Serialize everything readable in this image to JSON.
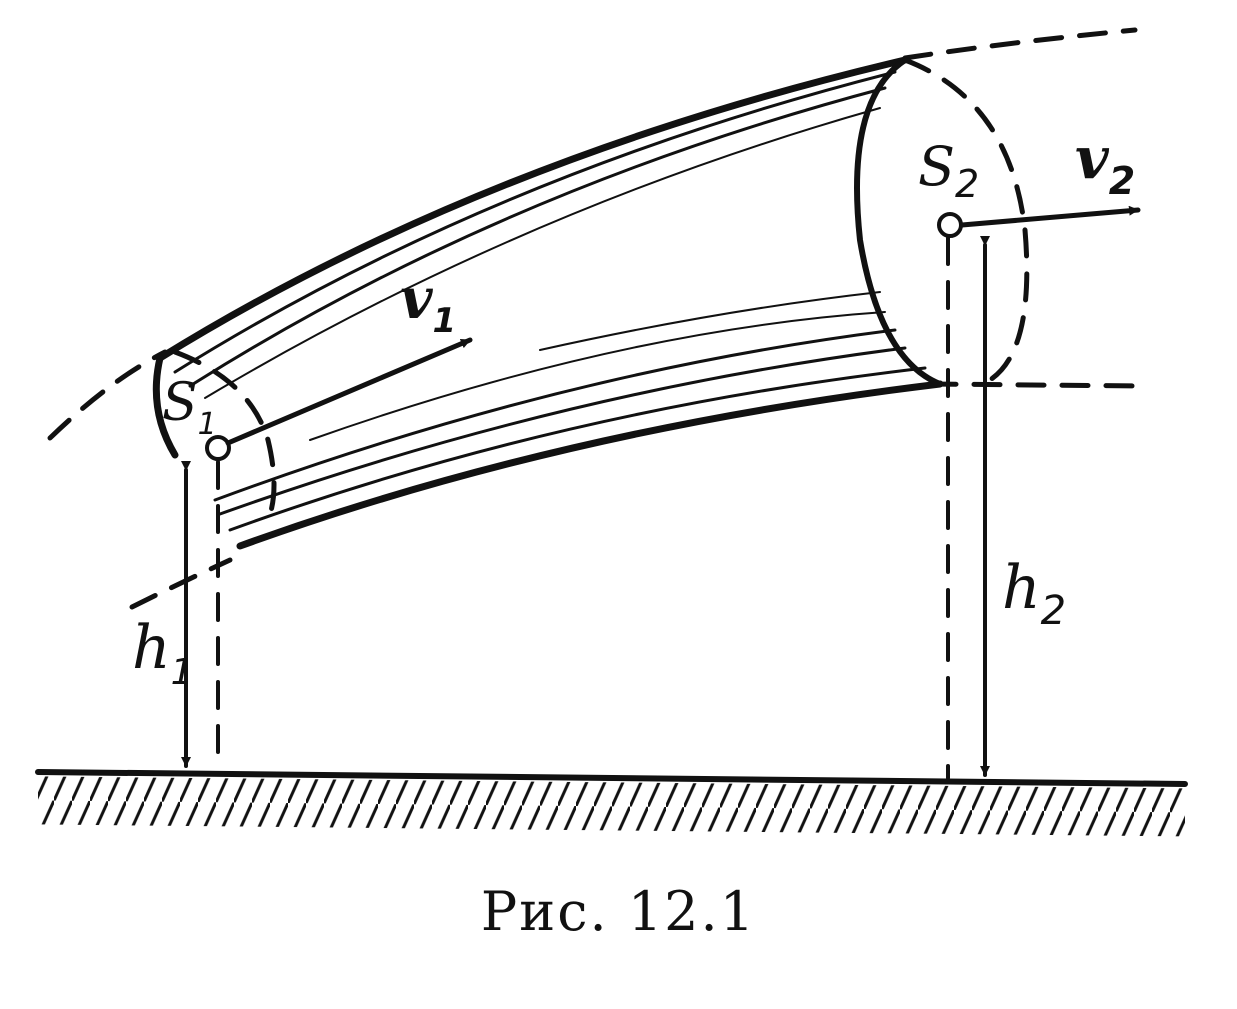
{
  "labels": {
    "s1": "S",
    "s1_sub": "1",
    "s2": "S",
    "s2_sub": "2",
    "v1": "v",
    "v1_sub": "1",
    "v2": "v",
    "v2_sub": "2",
    "h1": "h",
    "h1_sub": "1",
    "h2": "h",
    "h2_sub": "2"
  },
  "caption": "Рис. 12.1"
}
